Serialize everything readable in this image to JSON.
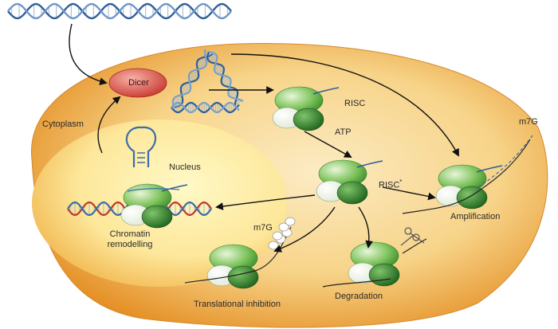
{
  "labels": {
    "dicer": "Dicer",
    "risc": "RISC",
    "atp": "ATP",
    "risc_star": "RISC",
    "risc_star_mark": "*",
    "cytoplasm": "Cytoplasm",
    "nucleus": "Nucleus",
    "chromatin_line1": "Chromatin",
    "chromatin_line2": "remodelling",
    "m7g_right": "m7G",
    "m7g_bottom": "m7G",
    "amplification": "Amplification",
    "translational_inhibition": "Translational inhibition",
    "degradation": "Degradation"
  },
  "colors": {
    "cell_outer": "#e38a1c",
    "cell_inner": "#fbe7b8",
    "nucleus": "#fff3a8",
    "dicer": "#d9534f",
    "risc_light": "#d6eec0",
    "risc_mid": "#5aa83a",
    "risc_dark": "#1f6b1f",
    "dna_blue": "#3b6ea8",
    "dna_red": "#c0392b",
    "arrow": "#111111"
  }
}
